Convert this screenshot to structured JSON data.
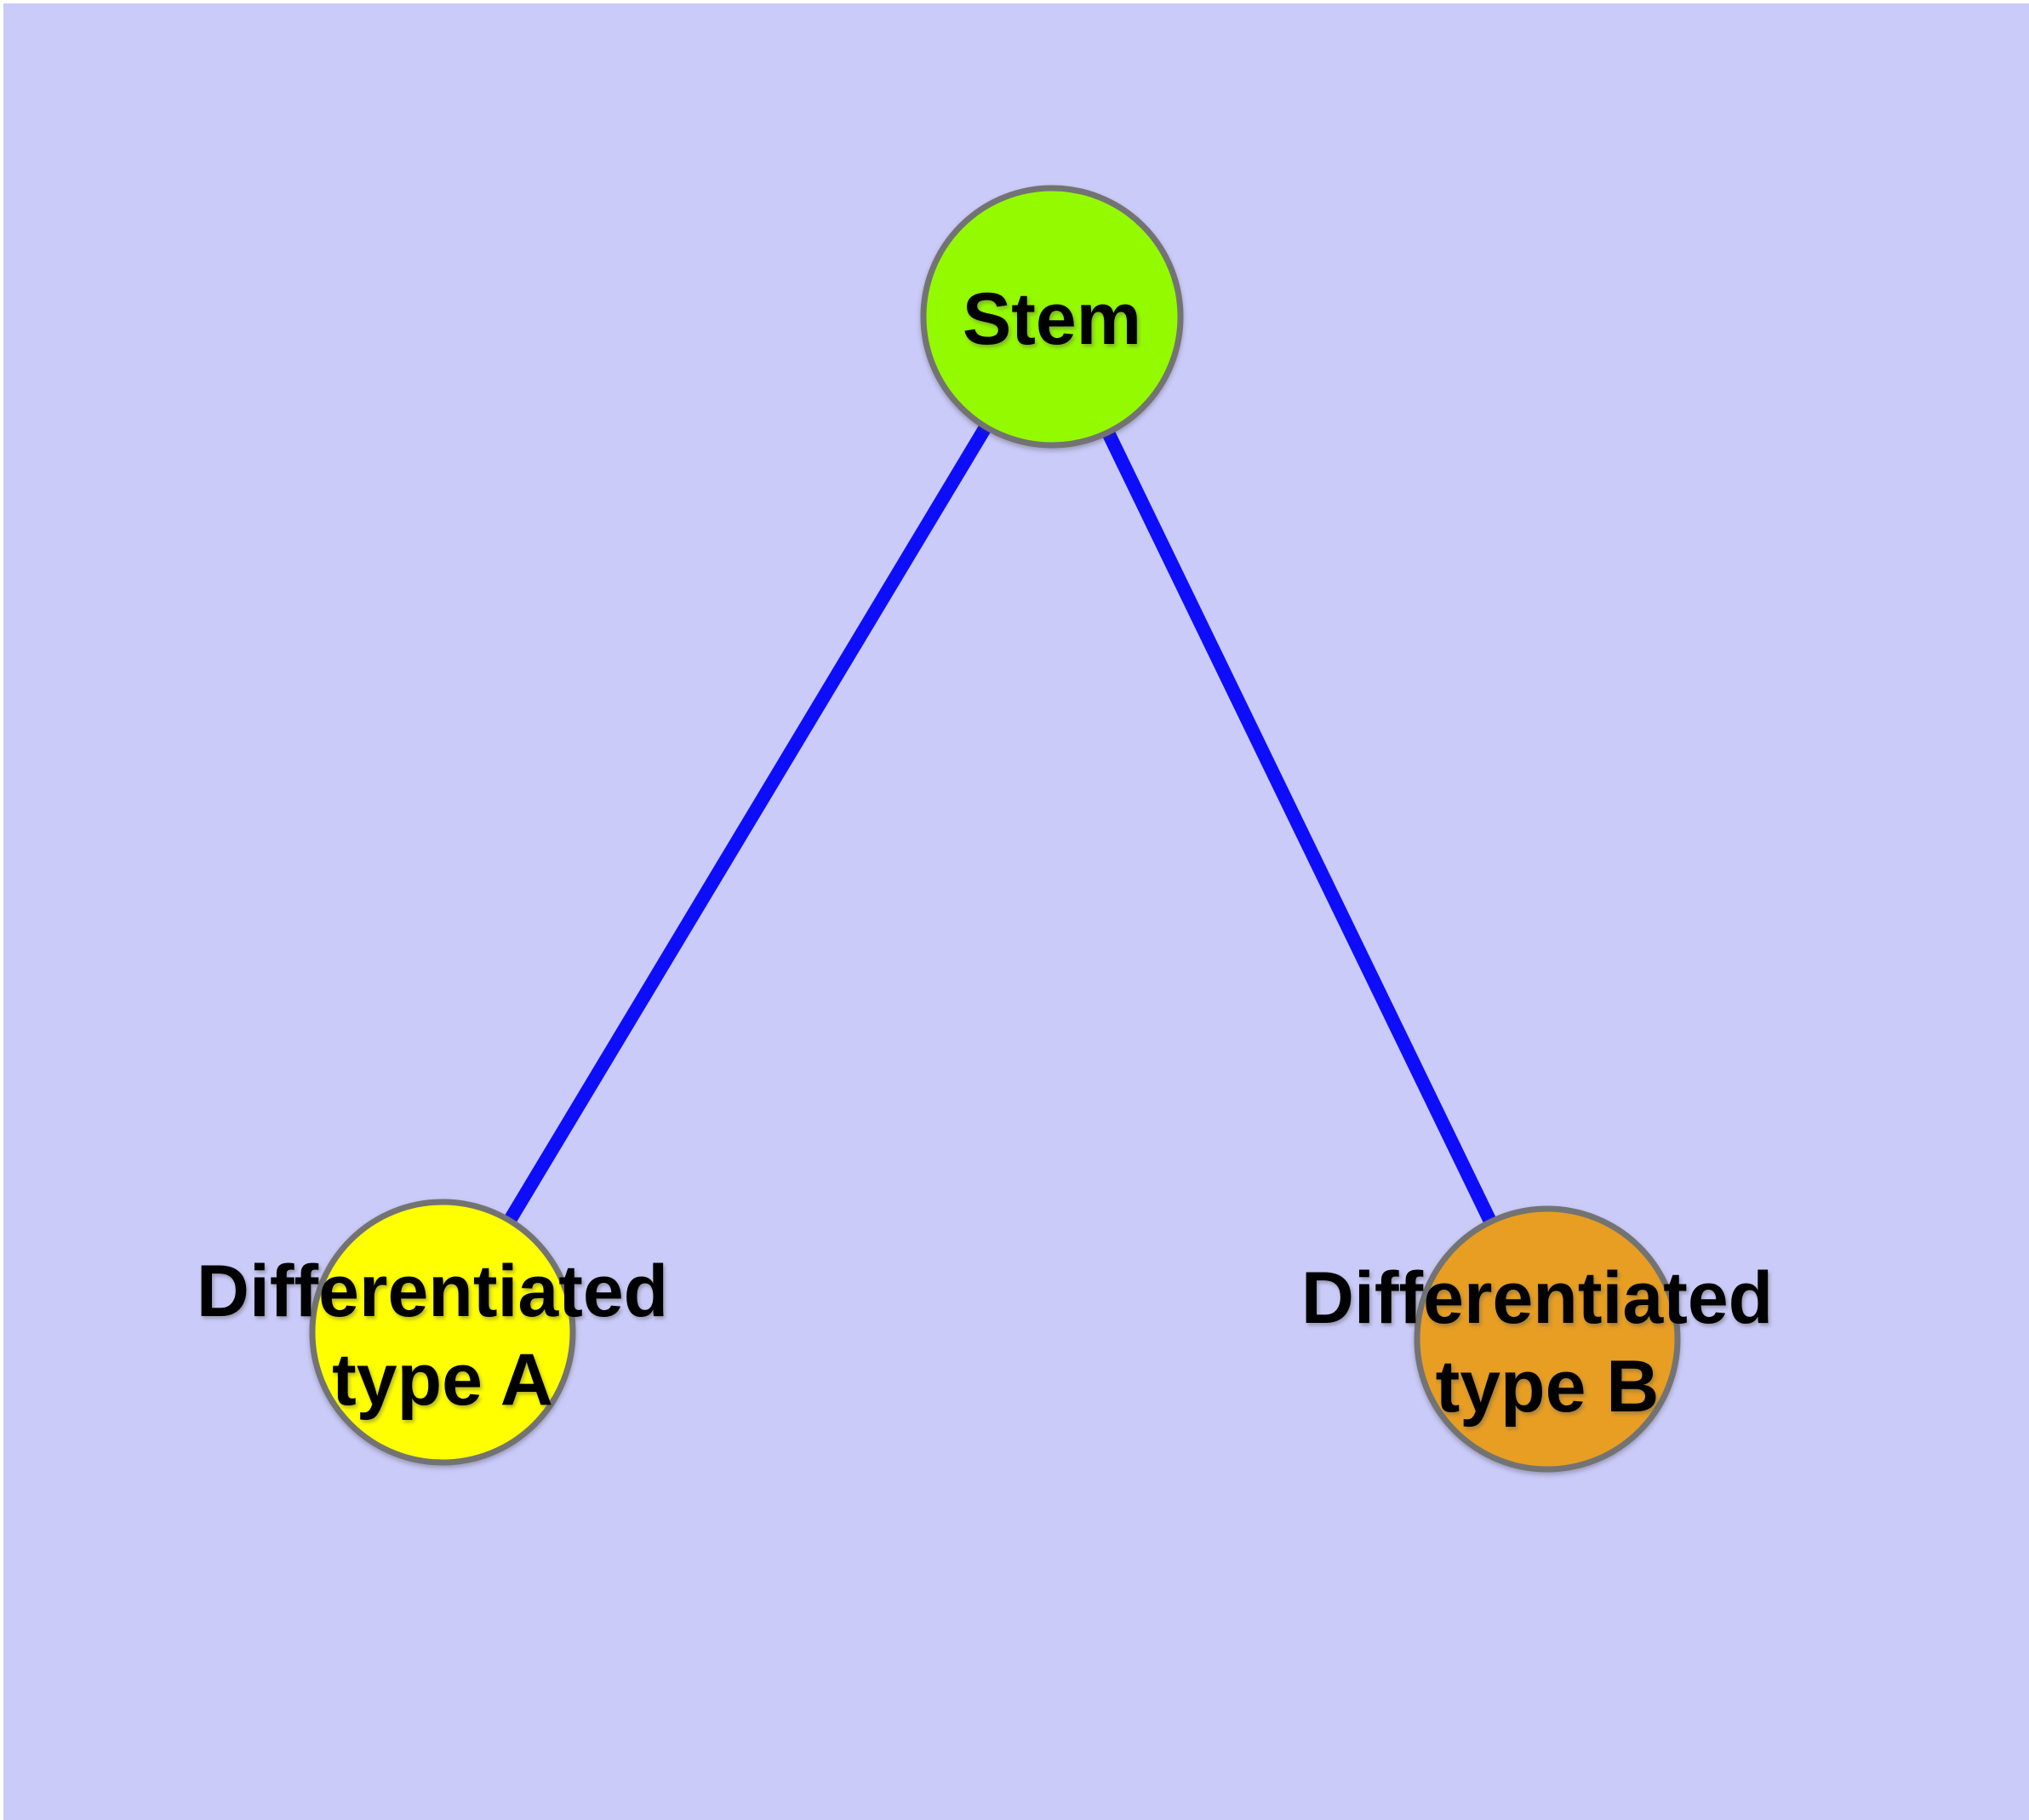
{
  "theme": {
    "canvas_background": "#cbcbfa",
    "page_margin_color": "#ffffff",
    "edge_color": "#0d0dfc",
    "node_border_color": "#737373",
    "label_color": "#000000"
  },
  "graph": {
    "nodes": [
      {
        "id": "stem",
        "label": "Stem",
        "fill": "#94fa00"
      },
      {
        "id": "differentiated-type-a",
        "label_line1": "Differentiated",
        "label_line2": "type A",
        "fill": "#ffff00"
      },
      {
        "id": "differentiated-type-b",
        "label_line1": "Differentiated",
        "label_line2": "type B",
        "fill": "#e79e23"
      }
    ],
    "edges": [
      {
        "from": "stem",
        "to": "differentiated-type-a"
      },
      {
        "from": "stem",
        "to": "differentiated-type-b"
      }
    ]
  }
}
